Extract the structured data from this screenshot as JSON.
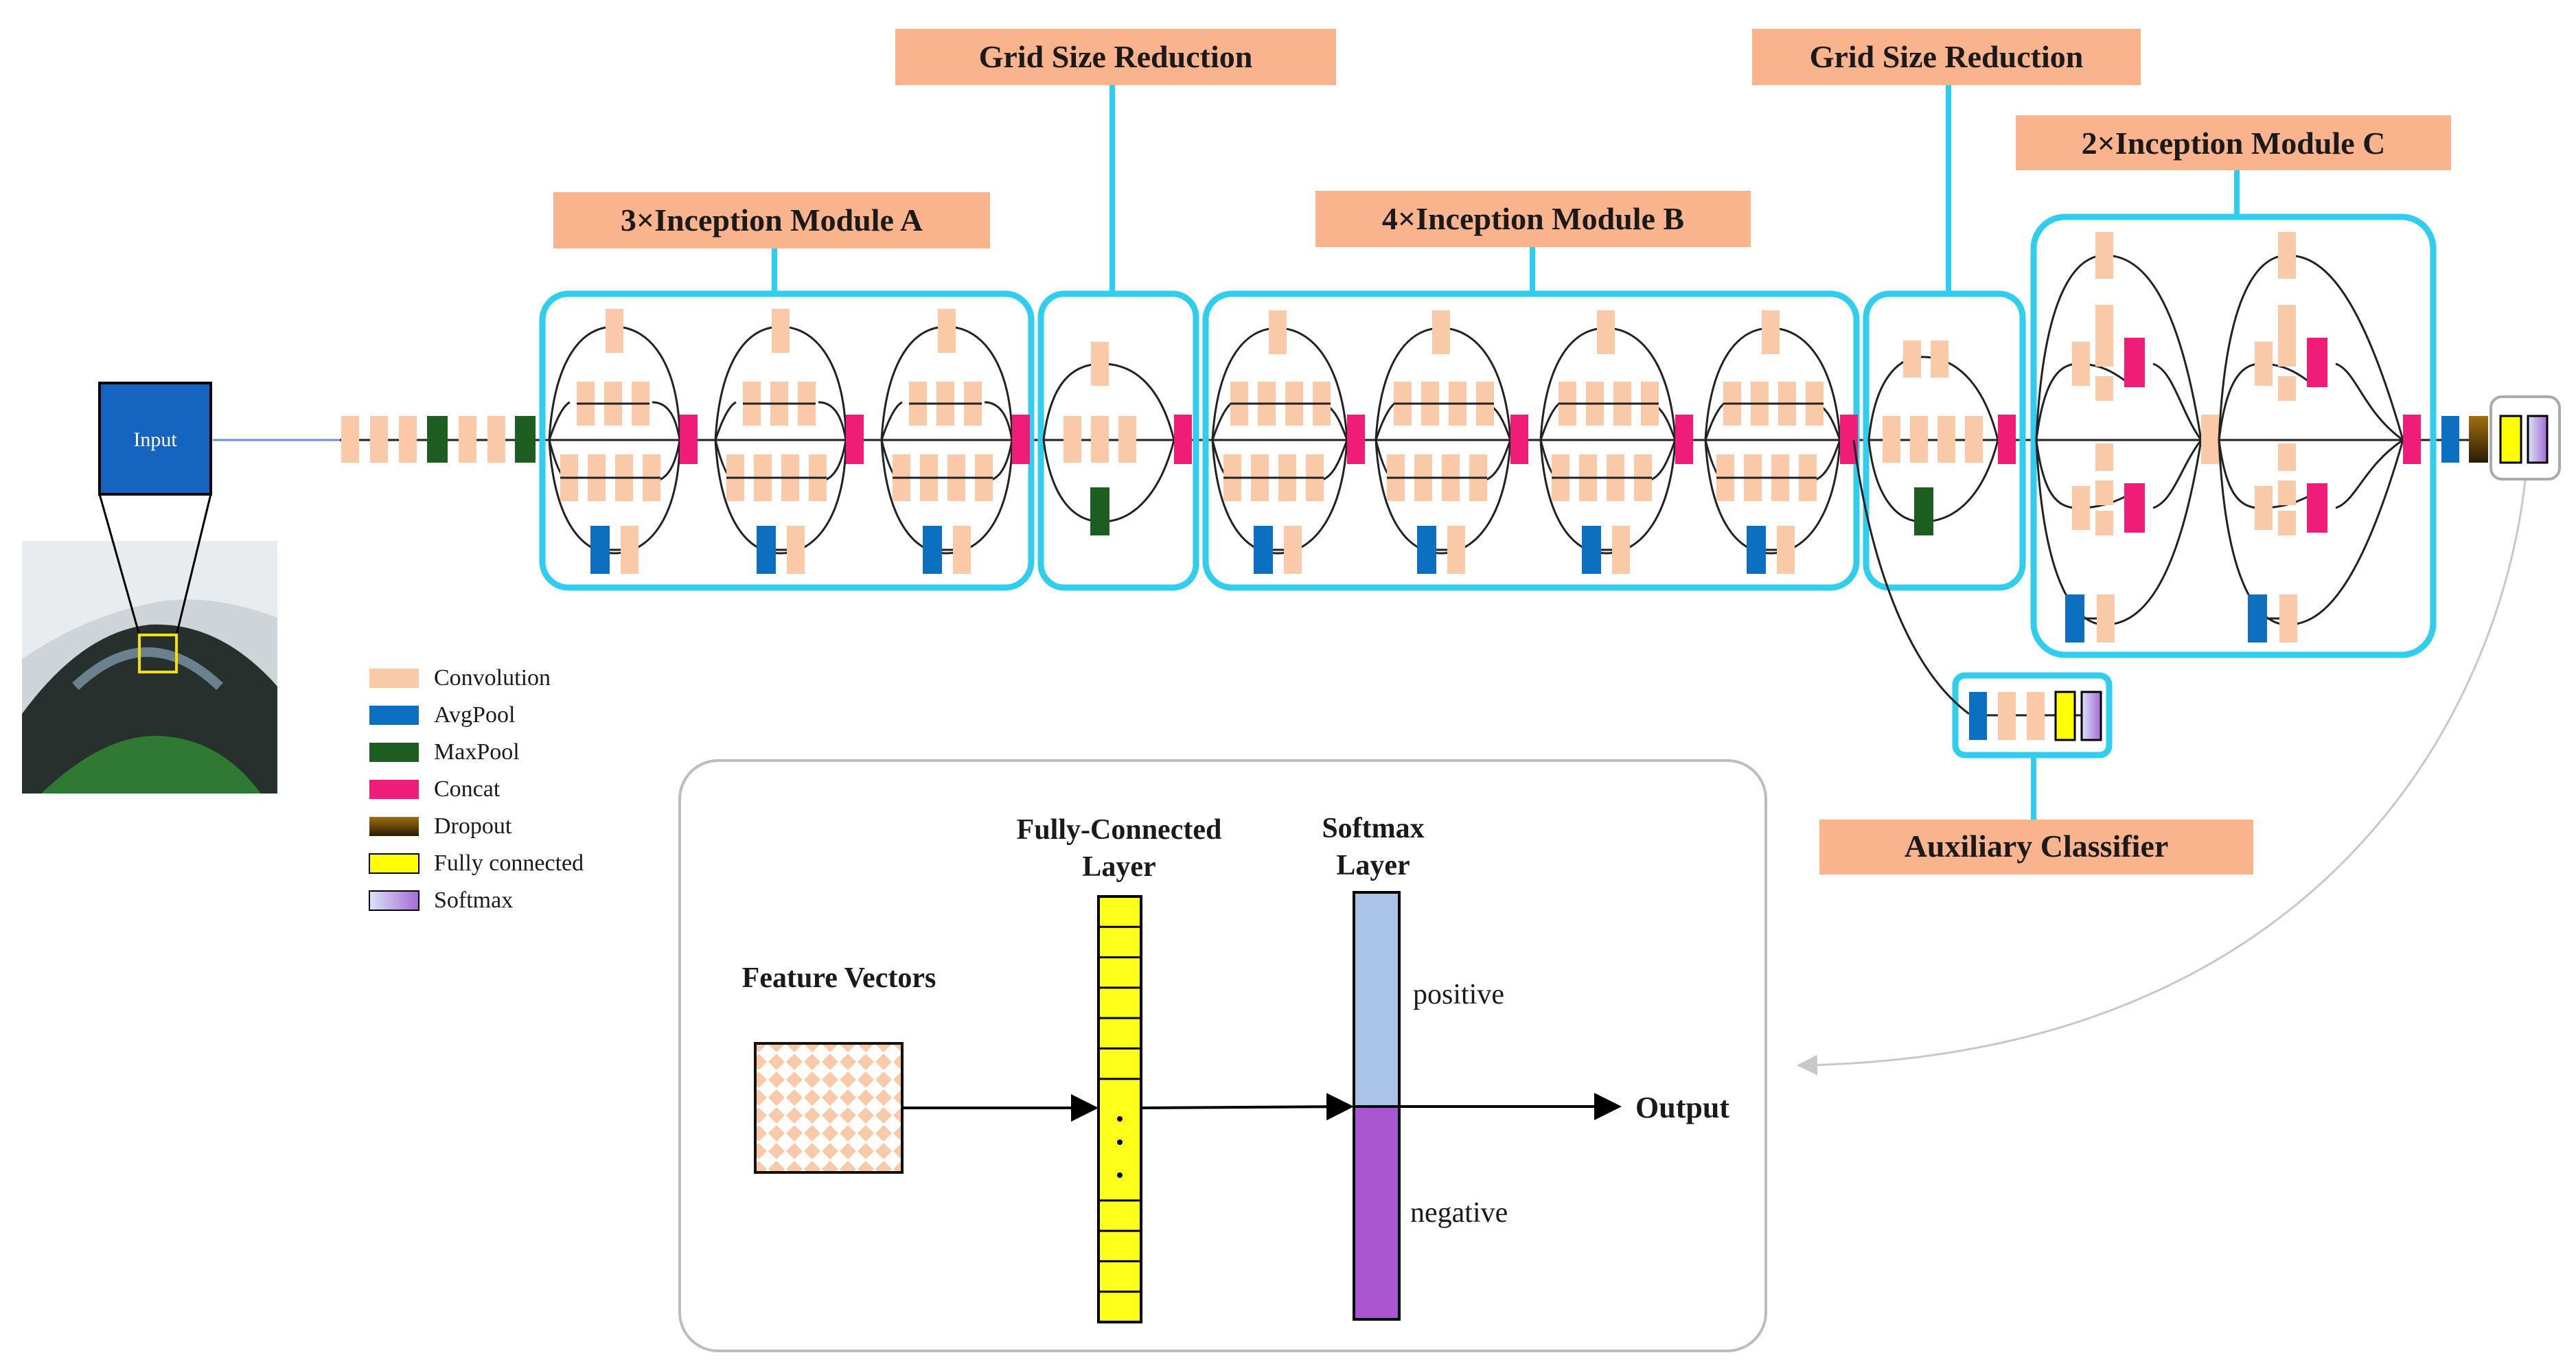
{
  "colors": {
    "convolution": "#F9C9A8",
    "avgpool": "#0C6FC0",
    "maxpool": "#1E5D22",
    "concat": "#F01D78",
    "dropout": "#7A4F0C",
    "fully_connected": "#FFFF00",
    "softmax": "#C3A6E2",
    "module_frame": "#2FCDEE",
    "banner": "#F9B38D",
    "input_box": "#1565C0",
    "fc_layer": "#FFFF1C",
    "softmax_positive": "#A9C4E6",
    "softmax_negative": "#A956D0"
  },
  "input": {
    "label": "Input"
  },
  "modules": {
    "inception_a": "3×Inception Module A",
    "grid_reduction_1": "Grid Size Reduction",
    "inception_b": "4×Inception Module B",
    "grid_reduction_2": "Grid Size Reduction",
    "inception_c": "2×Inception Module C",
    "auxiliary": "Auxiliary Classifier"
  },
  "legend": [
    {
      "key": "convolution",
      "label": "Convolution"
    },
    {
      "key": "avgpool",
      "label": "AvgPool"
    },
    {
      "key": "maxpool",
      "label": "MaxPool"
    },
    {
      "key": "concat",
      "label": "Concat"
    },
    {
      "key": "dropout",
      "label": "Dropout"
    },
    {
      "key": "fully_connected",
      "label": "Fully connected"
    },
    {
      "key": "softmax",
      "label": "Softmax"
    }
  ],
  "detail": {
    "feature_vectors": "Feature Vectors",
    "fc_title_1": "Fully-Connected",
    "fc_title_2": "Layer",
    "softmax_title_1": "Softmax",
    "softmax_title_2": "Layer",
    "positive": "positive",
    "negative": "negative",
    "output": "Output"
  }
}
